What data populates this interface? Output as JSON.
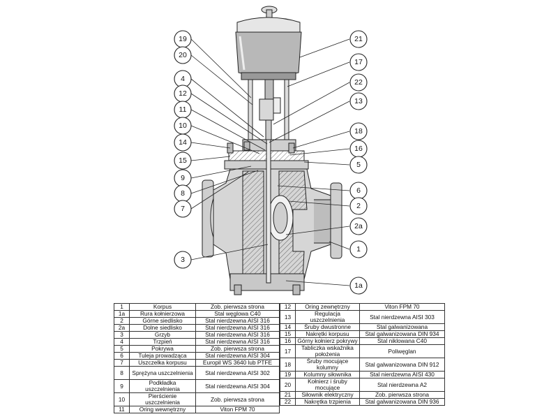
{
  "callouts_left": [
    "19",
    "20",
    "4",
    "12",
    "11",
    "10",
    "14",
    "15",
    "9",
    "8",
    "7",
    "3"
  ],
  "callouts_right": [
    "21",
    "17",
    "22",
    "13",
    "18",
    "16",
    "5",
    "6",
    "2",
    "2a",
    "1",
    "1a"
  ],
  "parts_left": [
    {
      "no": "1",
      "name": "Korpus",
      "material": "Zob. pierwsza strona"
    },
    {
      "no": "1a",
      "name": "Rura kołnierzowa",
      "material": "Stal węglowa C40"
    },
    {
      "no": "2",
      "name": "Górne siedlisko",
      "material": "Stal nierdzewna AISI 316"
    },
    {
      "no": "2a",
      "name": "Dolne siedlisko",
      "material": "Stal nierdzewna AISI 316"
    },
    {
      "no": "3",
      "name": "Grzyb",
      "material": "Stal nierdzewna AISI 316"
    },
    {
      "no": "4",
      "name": "Trzpień",
      "material": "Stal nierdzewna AISI 316"
    },
    {
      "no": "5",
      "name": "Pokrywa",
      "material": "Zob. pierwsza strona"
    },
    {
      "no": "6",
      "name": "Tuleja prowadząca",
      "material": "Stal nierdzewna AISI 304"
    },
    {
      "no": "7",
      "name": "Uszczelka korpusu",
      "material": "Europil WS 3640 lub PTFE"
    },
    {
      "no": "8",
      "name": "Sprężyna uszczelnienia",
      "material": "Stal nierdzewna AISI 302"
    },
    {
      "no": "9",
      "name": "Podkładka uszczelnienia",
      "material": "Stal nierdzewna AISI 304"
    },
    {
      "no": "10",
      "name": "Pierścienie uszczelnienia",
      "material": "Zob. pierwsza strona"
    },
    {
      "no": "11",
      "name": "Oring wewnętrzny",
      "material": "Viton FPM 70"
    }
  ],
  "parts_right": [
    {
      "no": "12",
      "name": "Oring zewnętrzny",
      "material": "Viton FPM 70"
    },
    {
      "no": "13",
      "name": "Regulacja uszczelnienia",
      "material": "Stal nierdzewna AISI 303"
    },
    {
      "no": "14",
      "name": "Śruby dwustronne",
      "material": "Stal galwanizowana"
    },
    {
      "no": "15",
      "name": "Nakrętki korpusu",
      "material": "Stal galwanizowana DIN 934"
    },
    {
      "no": "16",
      "name": "Górny kołnierz pokrywy",
      "material": "Stal niklowana C40"
    },
    {
      "no": "17",
      "name": "Tabliczka wskaźnika położenia",
      "material": "Poliwęglan"
    },
    {
      "no": "18",
      "name": "Śruby mocujące kolumny",
      "material": "Stal galwanizowana DIN 912"
    },
    {
      "no": "19",
      "name": "Kolumny siłownika",
      "material": "Stal nierdzewna AISI 430"
    },
    {
      "no": "20",
      "name": "Kołnierz i śruby mocujące",
      "material": "Stal nierdzewna A2"
    },
    {
      "no": "21",
      "name": "Siłownik elektryczny",
      "material": "Zob. pierwsza strona"
    },
    {
      "no": "22",
      "name": "Nakrętka trzpienia",
      "material": "Stal galwanizowana DIN 936"
    }
  ]
}
